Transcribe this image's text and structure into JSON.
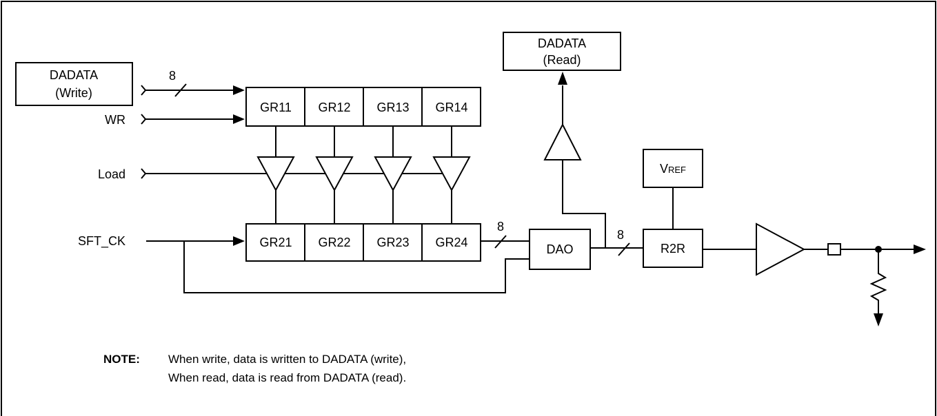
{
  "diagram": {
    "dadata_write": {
      "line1": "DADATA",
      "line2": "(Write)"
    },
    "dadata_read": {
      "line1": "DADATA",
      "line2": "(Read)"
    },
    "inputs": {
      "wr": "WR",
      "load": "Load",
      "sft_ck": "SFT_CK"
    },
    "bus_width_labels": {
      "write_bus": "8",
      "gr24_dao_bus": "8",
      "dao_r2r_bus": "8"
    },
    "gr1": [
      "GR11",
      "GR12",
      "GR13",
      "GR14"
    ],
    "gr2": [
      "GR21",
      "GR22",
      "GR23",
      "GR24"
    ],
    "dao": "DAO",
    "vref": {
      "main": "V",
      "sub": "REF"
    },
    "r2r": "R2R"
  },
  "note": {
    "title": "NOTE:",
    "line1": "When write, data is written to DADATA (write),",
    "line2": "When read, data is read from DADATA (read)."
  }
}
